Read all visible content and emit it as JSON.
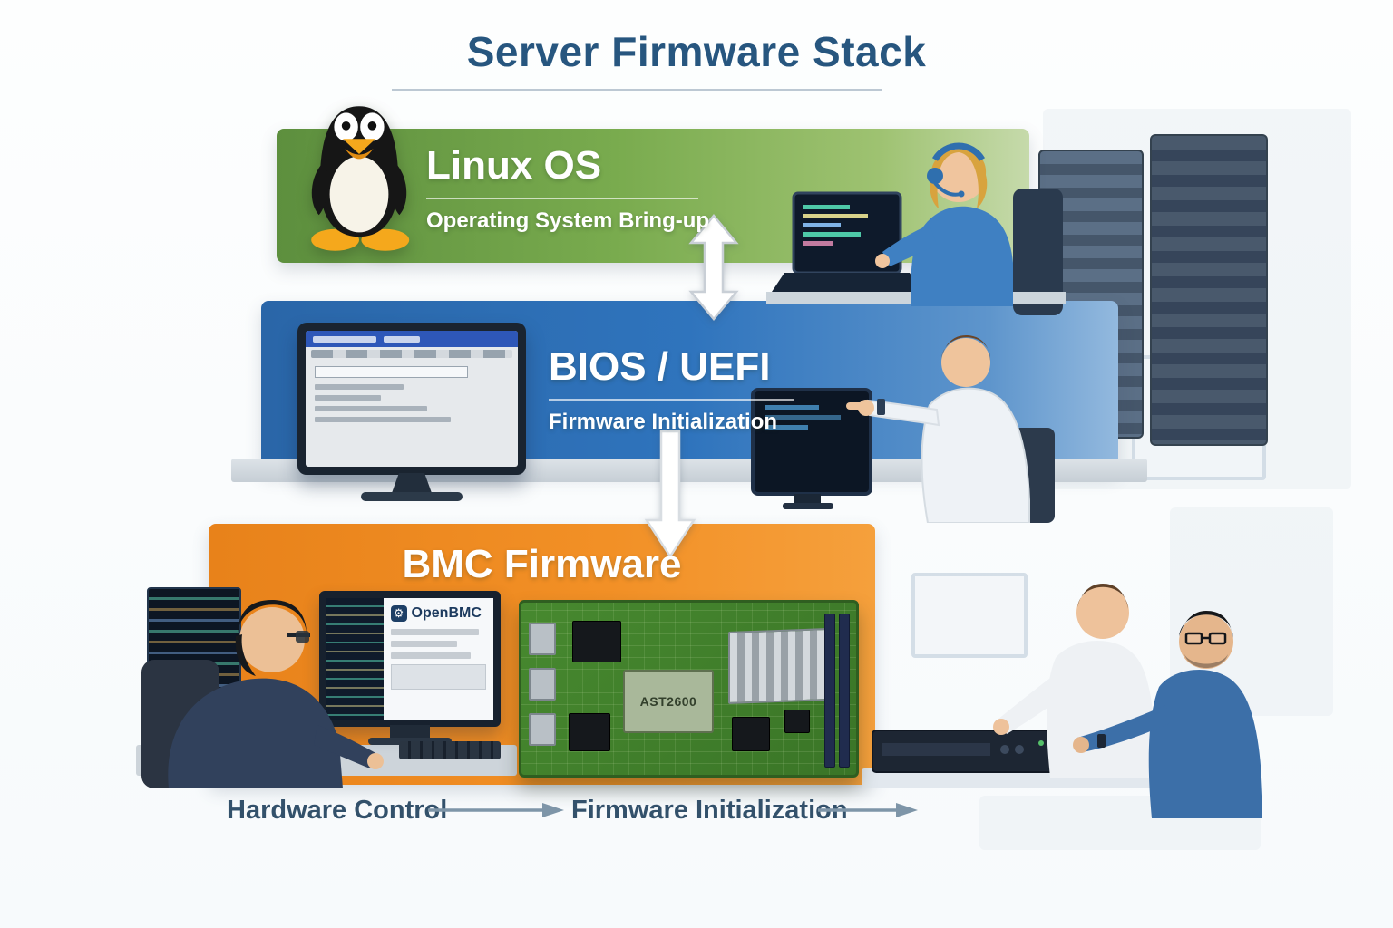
{
  "title": "Server Firmware Stack",
  "layers": [
    {
      "id": "linux-os",
      "title": "Linux OS",
      "subtitle": "Operating System Bring-up",
      "color": "#76a94c"
    },
    {
      "id": "bios-uefi",
      "title": "BIOS / UEFI",
      "subtitle": "Firmware Initialization",
      "color": "#2e6fb4"
    },
    {
      "id": "bmc-firmware",
      "title": "BMC Firmware",
      "subtitle": "",
      "color": "#ee8a1d"
    }
  ],
  "board": {
    "chip_label": "AST2600"
  },
  "software": {
    "openbmc_label": "OpenBMC",
    "gear_glyph": "⚙"
  },
  "footer": {
    "labels": [
      "Hardware Control",
      "Firmware Initialization"
    ]
  },
  "colors": {
    "title_text": "#27567f",
    "footer_text": "#33516b",
    "linux_green": "#76a94c",
    "bios_blue": "#2e6fb4",
    "bmc_orange": "#ee8a1d"
  }
}
